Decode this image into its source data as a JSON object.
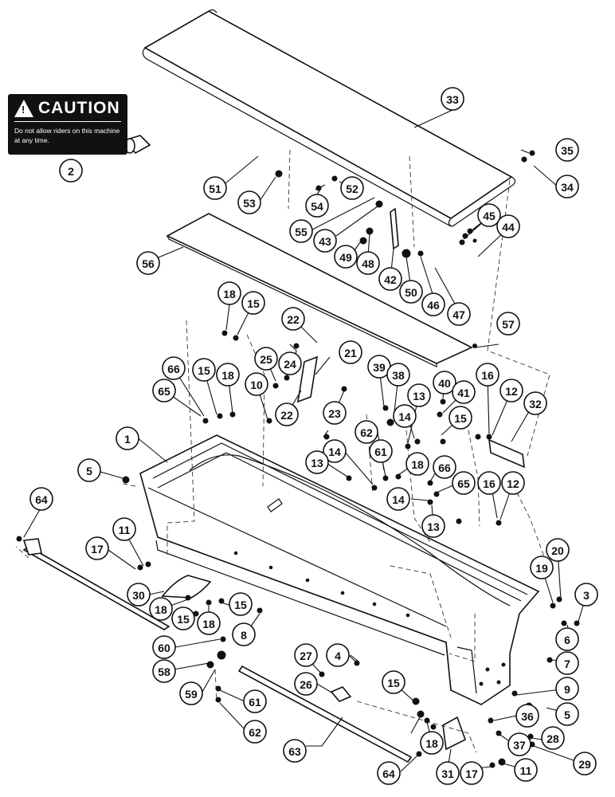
{
  "decal": {
    "heading": "CAUTION",
    "warning_glyph": "!",
    "message": "Do not allow riders on this machine at any time."
  },
  "callouts": {
    "c1": "1",
    "c2": "2",
    "c3": "3",
    "c4": "4",
    "c5a": "5",
    "c5b": "5",
    "c6": "6",
    "c7": "7",
    "c8": "8",
    "c9": "9",
    "c10": "10",
    "c11a": "11",
    "c11b": "11",
    "c12a": "12",
    "c12b": "12",
    "c13a": "13",
    "c13b": "13",
    "c13c": "13",
    "c14a": "14",
    "c14b": "14",
    "c14c": "14",
    "c15a": "15",
    "c15b": "15",
    "c15c": "15",
    "c15d": "15",
    "c15e": "15",
    "c15f": "15",
    "c16a": "16",
    "c16b": "16",
    "c17a": "17",
    "c17b": "17",
    "c18a": "18",
    "c18b": "18",
    "c18c": "18",
    "c18d": "18",
    "c18e": "18",
    "c18f": "18",
    "c19": "19",
    "c20": "20",
    "c21": "21",
    "c22a": "22",
    "c22b": "22",
    "c23": "23",
    "c24": "24",
    "c25": "25",
    "c26": "26",
    "c27": "27",
    "c28": "28",
    "c29": "29",
    "c30": "30",
    "c31": "31",
    "c32": "32",
    "c33": "33",
    "c34": "34",
    "c35": "35",
    "c36": "36",
    "c37": "37",
    "c38": "38",
    "c39": "39",
    "c40": "40",
    "c41": "41",
    "c42": "42",
    "c43": "43",
    "c44": "44",
    "c45": "45",
    "c46": "46",
    "c47": "47",
    "c48": "48",
    "c49": "49",
    "c50": "50",
    "c51": "51",
    "c52": "52",
    "c53": "53",
    "c54": "54",
    "c55": "55",
    "c56": "56",
    "c57": "57",
    "c58": "58",
    "c59": "59",
    "c60": "60",
    "c61a": "61",
    "c61b": "61",
    "c62a": "62",
    "c62b": "62",
    "c63": "63",
    "c64a": "64",
    "c64b": "64",
    "c65a": "65",
    "c65b": "65",
    "c66a": "66",
    "c66b": "66"
  }
}
